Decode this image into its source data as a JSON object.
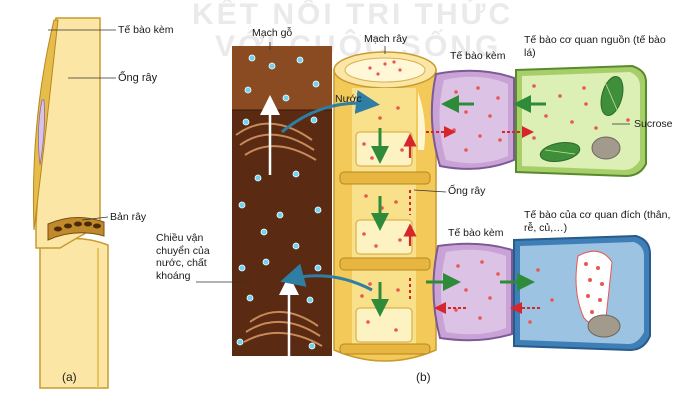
{
  "watermark": {
    "line1": "KẾT NỐI TRI THỨC",
    "line2": "VỚI CUỘC SỐNG"
  },
  "panel_a": {
    "label_companion_cell": "Tế bào kèm",
    "label_sieve_tube": "Ống rây",
    "label_sieve_plate": "Bản rây",
    "label_transport_direction": "Chiều vận chuyển của nước, chất khoáng",
    "figure_tag": "(a)"
  },
  "panel_b": {
    "label_xylem": "Mạch gỗ",
    "label_phloem": "Mạch rây",
    "label_water": "Nước",
    "label_companion_cell_top": "Tế bào kèm",
    "label_source_cell": "Tế bào cơ quan nguồn (tế bào lá)",
    "label_sucrose": "Sucrose",
    "label_sieve_tube": "Ống rây",
    "label_companion_cell_bottom": "Tế bào kèm",
    "label_sink_cell": "Tế bào của cơ quan đích (thân, rễ, củ,…)",
    "figure_tag": "(b)"
  },
  "colors": {
    "xylem_brown": "#5a2a12",
    "phloem_yellow": "#f7dc6f",
    "companion_purple": "#c9a3d6",
    "source_green": "#d9ecb0",
    "sink_blue": "#8db7da",
    "water_arrow": "#2f7ea3",
    "flow_arrow_green": "#2e8b3a",
    "flow_arrow_red": "#d7262b",
    "sucrose_dot": "#e8584f",
    "water_dot": "#6fd3f0"
  }
}
